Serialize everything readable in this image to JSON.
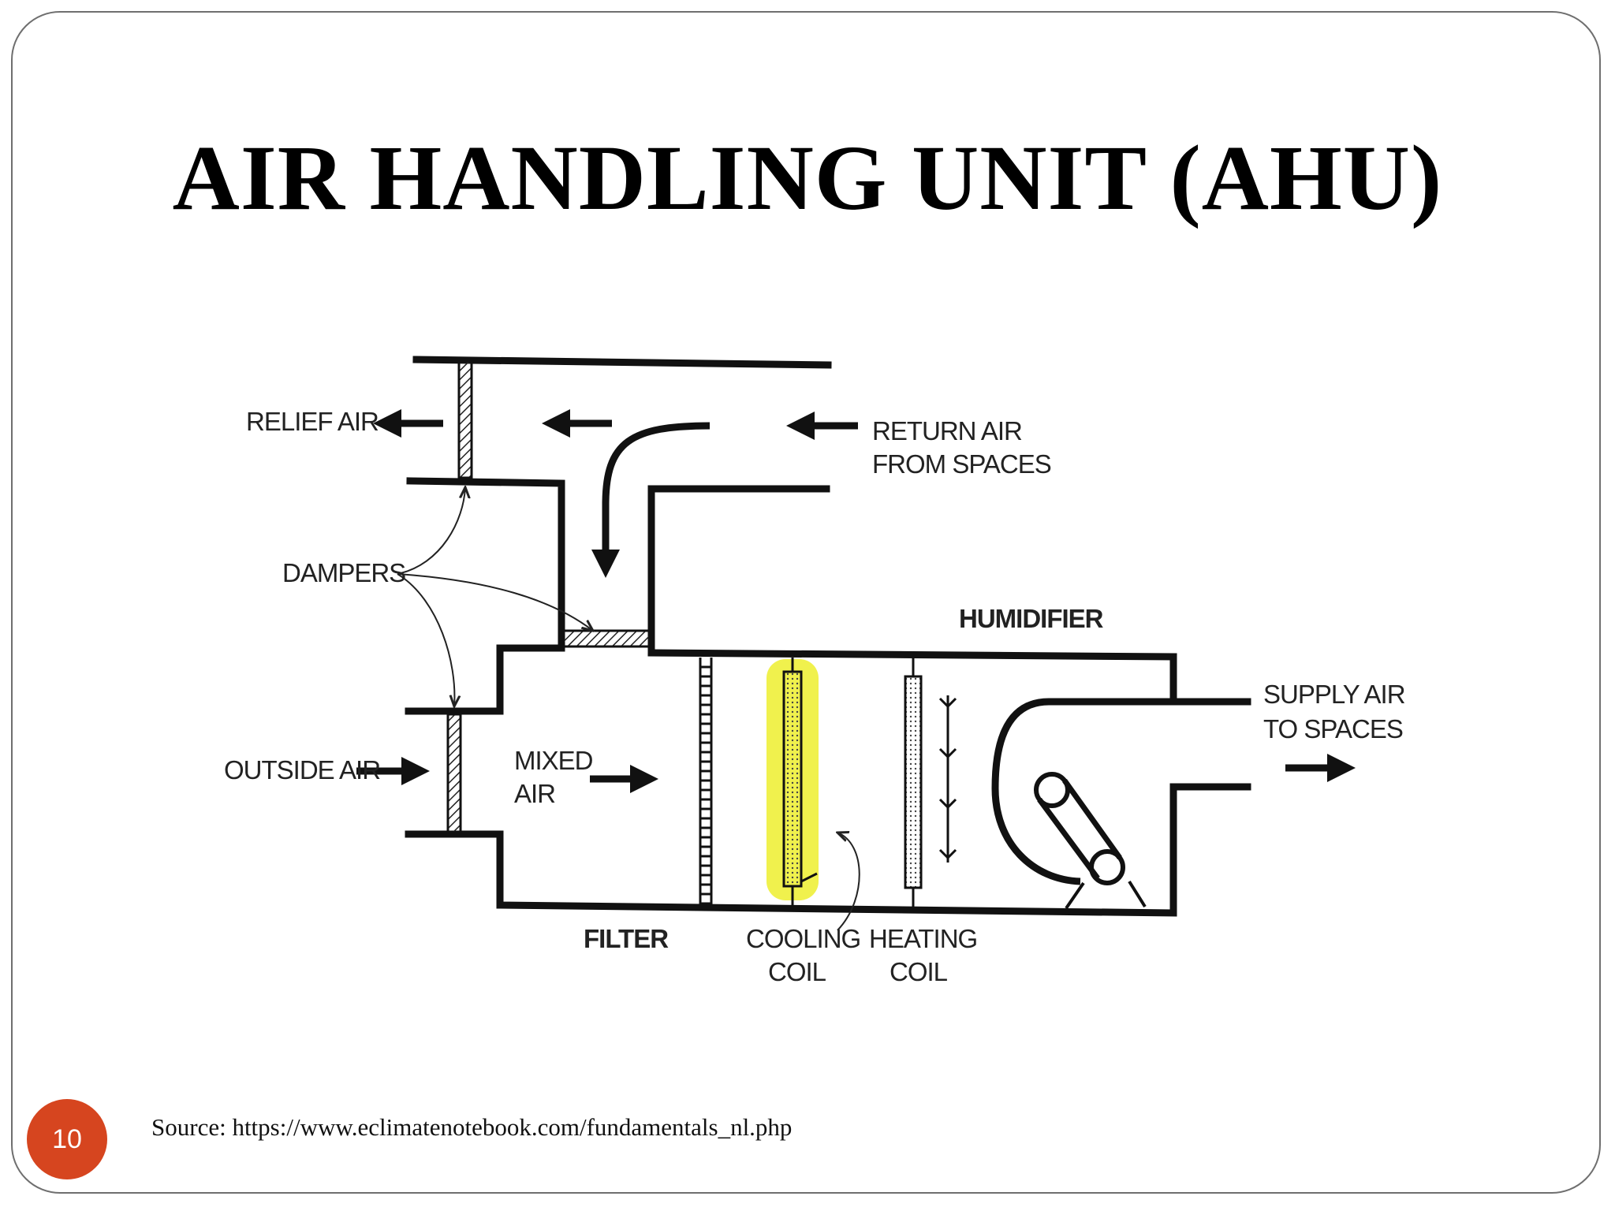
{
  "slide": {
    "title": "AIR HANDLING UNIT (AHU)",
    "page_number": "10",
    "source": "Source: https://www.eclimatenotebook.com/fundamentals_nl.php"
  },
  "diagram": {
    "labels": {
      "relief_air": "RELIEF AIR",
      "return_air_line1": "RETURN AIR",
      "return_air_line2": "FROM SPACES",
      "dampers": "DAMPERS",
      "humidifier": "HUMIDIFIER",
      "supply_air_line1": "SUPPLY AIR",
      "supply_air_line2": "TO SPACES",
      "outside_air": "OUTSIDE AIR",
      "mixed_air_line1": "MIXED",
      "mixed_air_line2": "AIR",
      "filter": "FILTER",
      "cooling_coil_line1": "COOLING",
      "cooling_coil_line2": "COIL",
      "heating_coil_line1": "HEATING",
      "heating_coil_line2": "COIL"
    },
    "highlight_color": "#eef03a"
  }
}
